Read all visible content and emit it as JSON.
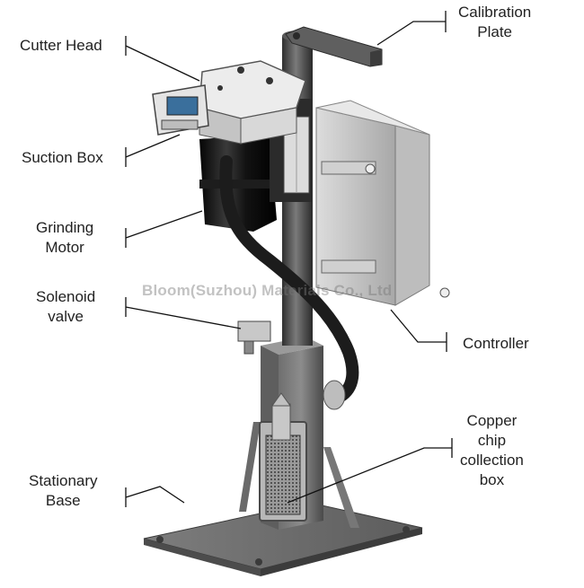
{
  "labels": {
    "cutter_head": "Cutter Head",
    "suction_box": "Suction Box",
    "grinding_motor": [
      "Grinding",
      "Motor"
    ],
    "solenoid_valve": [
      "Solenoid",
      "valve"
    ],
    "stationary_base": [
      "Stationary",
      "Base"
    ],
    "calibration_plate": [
      "Calibration",
      "Plate"
    ],
    "controller": "Controller",
    "copper_chip_box": [
      "Copper",
      "chip",
      "collection",
      "box"
    ]
  },
  "watermark": "Bloom(Suzhou) Materials Co., Ltd",
  "colors": {
    "background": "#ffffff",
    "metal_dark": "#4a4a4a",
    "metal_mid": "#8a8a8a",
    "metal_light": "#cfcfcf",
    "motor_black": "#141414",
    "leader_line": "#111111"
  }
}
